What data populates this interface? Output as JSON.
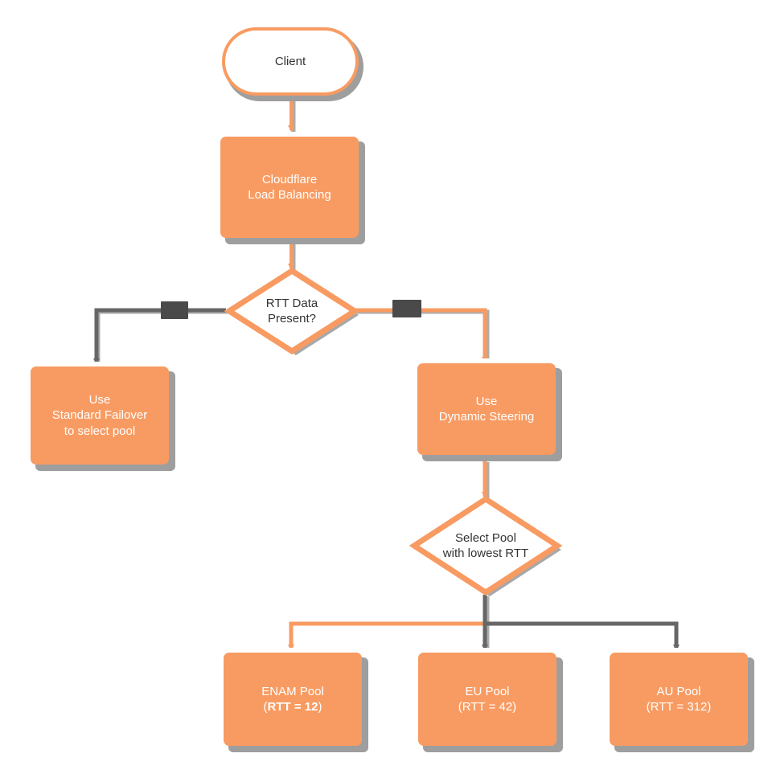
{
  "diagram": {
    "type": "flowchart",
    "title": "Cloudflare Load Balancing RTT steering decision flow",
    "orientation": "top-down",
    "colors": {
      "node_fill_orange": "#f89b62",
      "node_text_on_orange": "#ffffff",
      "node_white_fill": "#ffffff",
      "node_text_on_white": "#333333",
      "node_border_orange": "#f89b62",
      "edge_highlight": "#f89b62",
      "edge_default": "#666666",
      "shadow": "#9e9e9e",
      "background": "#ffffff"
    },
    "nodes": [
      {
        "id": "client",
        "shape": "stadium",
        "label": "Client",
        "lines": [
          "Client"
        ],
        "style": "white-fill"
      },
      {
        "id": "lb",
        "shape": "rect",
        "label": "Cloudflare Load Balancing",
        "lines": [
          "Cloudflare",
          "Load Balancing"
        ],
        "style": "orange-fill"
      },
      {
        "id": "rtt_check",
        "shape": "diamond",
        "label": "RTT Data Present?",
        "lines": [
          "RTT Data",
          "Present?"
        ],
        "style": "white-fill"
      },
      {
        "id": "failover",
        "shape": "rect",
        "label": "Use Standard Failover to select pool",
        "lines": [
          "Use",
          "Standard Failover",
          "to select pool"
        ],
        "style": "orange-fill"
      },
      {
        "id": "dynamic",
        "shape": "rect",
        "label": "Use Dynamic Steering",
        "lines": [
          "Use",
          "Dynamic Steering"
        ],
        "style": "orange-fill"
      },
      {
        "id": "select_pool",
        "shape": "diamond",
        "label": "Select Pool with lowest RTT",
        "lines": [
          "Select Pool",
          "with lowest RTT"
        ],
        "style": "white-fill"
      },
      {
        "id": "enam",
        "shape": "rect",
        "label": "ENAM Pool (RTT = 12)",
        "lines": [
          "ENAM Pool",
          "(RTT = 12)"
        ],
        "rtt": 12,
        "selected": true,
        "style": "orange-fill"
      },
      {
        "id": "eu",
        "shape": "rect",
        "label": "EU Pool (RTT = 42)",
        "lines": [
          "EU Pool",
          "(RTT = 42)"
        ],
        "rtt": 42,
        "selected": false,
        "style": "orange-fill"
      },
      {
        "id": "au",
        "shape": "rect",
        "label": "AU Pool (RTT = 312)",
        "lines": [
          "AU Pool",
          "(RTT = 312)"
        ],
        "rtt": 312,
        "selected": false,
        "style": "orange-fill"
      }
    ],
    "edges": [
      {
        "from": "client",
        "to": "lb",
        "label": "",
        "highlight": true
      },
      {
        "from": "lb",
        "to": "rtt_check",
        "label": "",
        "highlight": true
      },
      {
        "from": "rtt_check",
        "to": "failover",
        "label": "",
        "label_obscured": true,
        "highlight": false
      },
      {
        "from": "rtt_check",
        "to": "dynamic",
        "label": "",
        "label_obscured": true,
        "highlight": true
      },
      {
        "from": "dynamic",
        "to": "select_pool",
        "label": "",
        "highlight": true
      },
      {
        "from": "select_pool",
        "to": "enam",
        "label": "",
        "highlight": true
      },
      {
        "from": "select_pool",
        "to": "eu",
        "label": "",
        "highlight": false
      },
      {
        "from": "select_pool",
        "to": "au",
        "label": "",
        "highlight": false
      }
    ]
  },
  "nodes_text": {
    "client": "Client",
    "lb_line1": "Cloudflare",
    "lb_line2": "Load Balancing",
    "rtt_check_line1": "RTT Data",
    "rtt_check_line2": "Present?",
    "failover_line1": "Use",
    "failover_line2": "Standard Failover",
    "failover_line3": "to select pool",
    "dynamic_line1": "Use",
    "dynamic_line2": "Dynamic Steering",
    "select_pool_line1": "Select Pool",
    "select_pool_line2": "with lowest RTT",
    "enam_line1": "ENAM Pool",
    "enam_rtt": "RTT = 12",
    "eu_line1": "EU Pool",
    "eu_line2": "(RTT = 42)",
    "au_line1": "AU Pool",
    "au_line2": "(RTT = 312)",
    "paren_open": "(",
    "paren_close": ")"
  }
}
